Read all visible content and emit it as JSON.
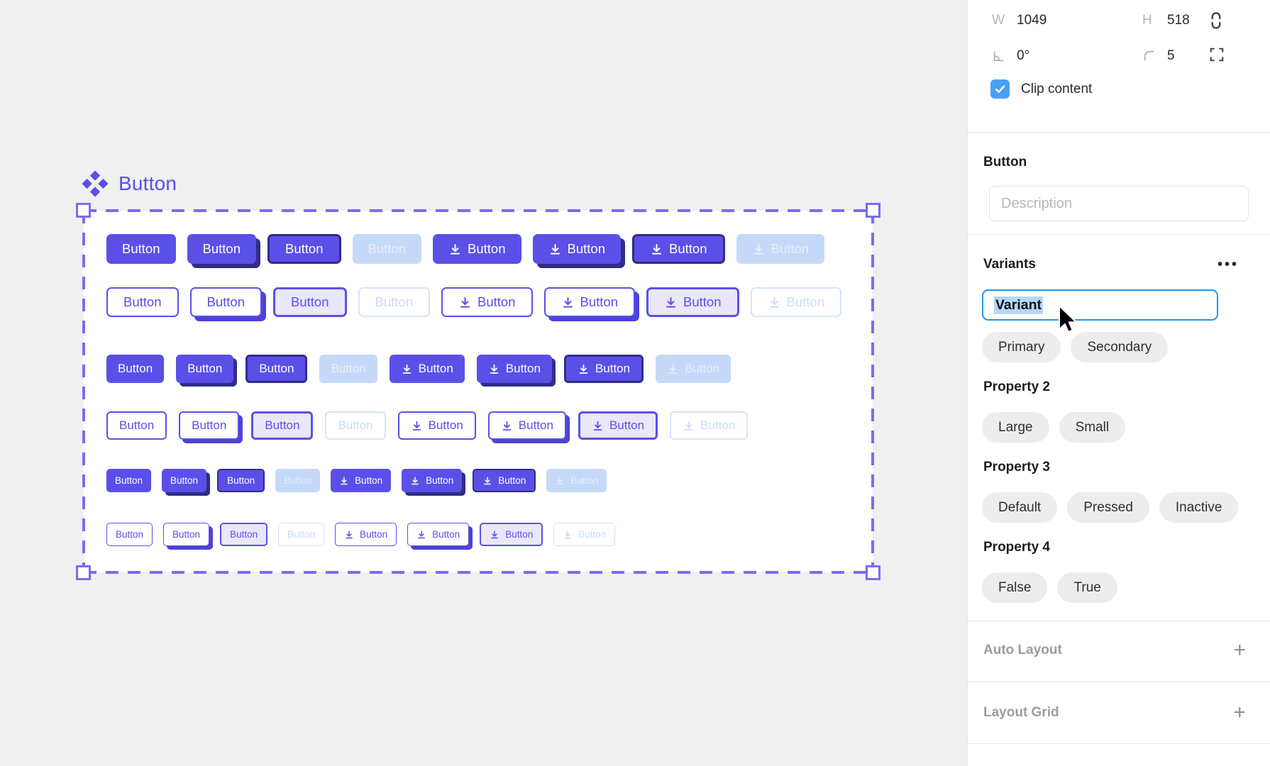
{
  "canvas": {
    "component_title": "Button",
    "button_label": "Button",
    "rows": [
      {
        "size": "large",
        "style": "filled"
      },
      {
        "size": "large",
        "style": "outlined"
      },
      {
        "size": "medium",
        "style": "filled"
      },
      {
        "size": "medium",
        "style": "outlined"
      },
      {
        "size": "small",
        "style": "filled"
      },
      {
        "size": "small",
        "style": "outlined"
      }
    ],
    "columns": [
      {
        "icon": false,
        "state": "default"
      },
      {
        "icon": false,
        "state": "shadow"
      },
      {
        "icon": false,
        "state": "pressed"
      },
      {
        "icon": false,
        "state": "inactive"
      },
      {
        "icon": true,
        "state": "default"
      },
      {
        "icon": true,
        "state": "shadow"
      },
      {
        "icon": true,
        "state": "pressed"
      },
      {
        "icon": true,
        "state": "inactive"
      }
    ]
  },
  "panel": {
    "dimensions": {
      "w_label": "W",
      "w_value": "1049",
      "h_label": "H",
      "h_value": "518",
      "rotation_value": "0°",
      "radius_value": "5"
    },
    "clip_content": {
      "label": "Clip content",
      "checked": true
    },
    "component_section": {
      "title": "Button",
      "description_placeholder": "Description"
    },
    "variants": {
      "title": "Variants",
      "more_icon_label": "•••",
      "name_field_value": "Variant",
      "groups": [
        {
          "label": "",
          "options": [
            "Primary",
            "Secondary"
          ]
        },
        {
          "label": "Property 2",
          "options": [
            "Large",
            "Small"
          ]
        },
        {
          "label": "Property 3",
          "options": [
            "Default",
            "Pressed",
            "Inactive"
          ]
        },
        {
          "label": "Property 4",
          "options": [
            "False",
            "True"
          ]
        }
      ]
    },
    "auto_layout_label": "Auto Layout",
    "layout_grid_label": "Layout Grid",
    "plus_icon": "+"
  },
  "colors": {
    "accent_purple": "#5a50e8",
    "shadow_navy": "#312d87",
    "outlined_shadow_purple": "#4d42d8",
    "inactive_blue": "#c5d9f9",
    "pressed_lavender": "#e9e7f8",
    "selection_blue_border": "#119bf8",
    "selection_highlight": "#b4d7f7",
    "checkbox_blue": "#47a0f6",
    "canvas_gray": "#f0f0f0",
    "chip_gray": "#ededed"
  }
}
